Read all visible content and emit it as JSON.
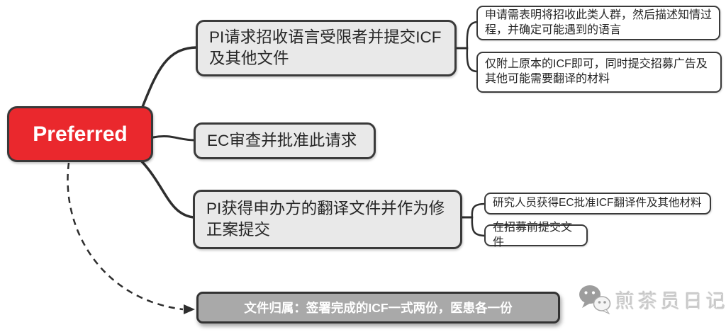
{
  "diagram": {
    "root": {
      "label": "Preferred"
    },
    "branches": [
      {
        "label": "PI请求招收语言受限者并提交ICF及其他文件",
        "children": [
          "申请需表明将招收此类人群，然后描述知情过程，并确定可能遇到的语言",
          "仅附上原本的ICF即可，同时提交招募广告及其他可能需要翻译的材料"
        ]
      },
      {
        "label": "EC审查并批准此请求",
        "children": []
      },
      {
        "label": "PI获得申办方的翻译文件并作为修正案提交",
        "children": [
          "研究人员获得EC批准ICF翻译件及其他材料",
          "在招募前提交文件"
        ]
      }
    ],
    "note": {
      "label": "文件归属：签署完成的ICF一式两份，医患各一份"
    }
  },
  "watermark": {
    "icon": "wechat-icon",
    "text": "煎茶员日记"
  },
  "colors": {
    "root_fill": "#ea282d",
    "branch_fill": "#e9e9e9",
    "child_fill": "#ffffff",
    "note_fill": "#a9a9a9",
    "border": "#3a3a3a",
    "line": "#2e2e2e",
    "background": "#ffffff",
    "watermark_gray": "#cdcdcd"
  }
}
